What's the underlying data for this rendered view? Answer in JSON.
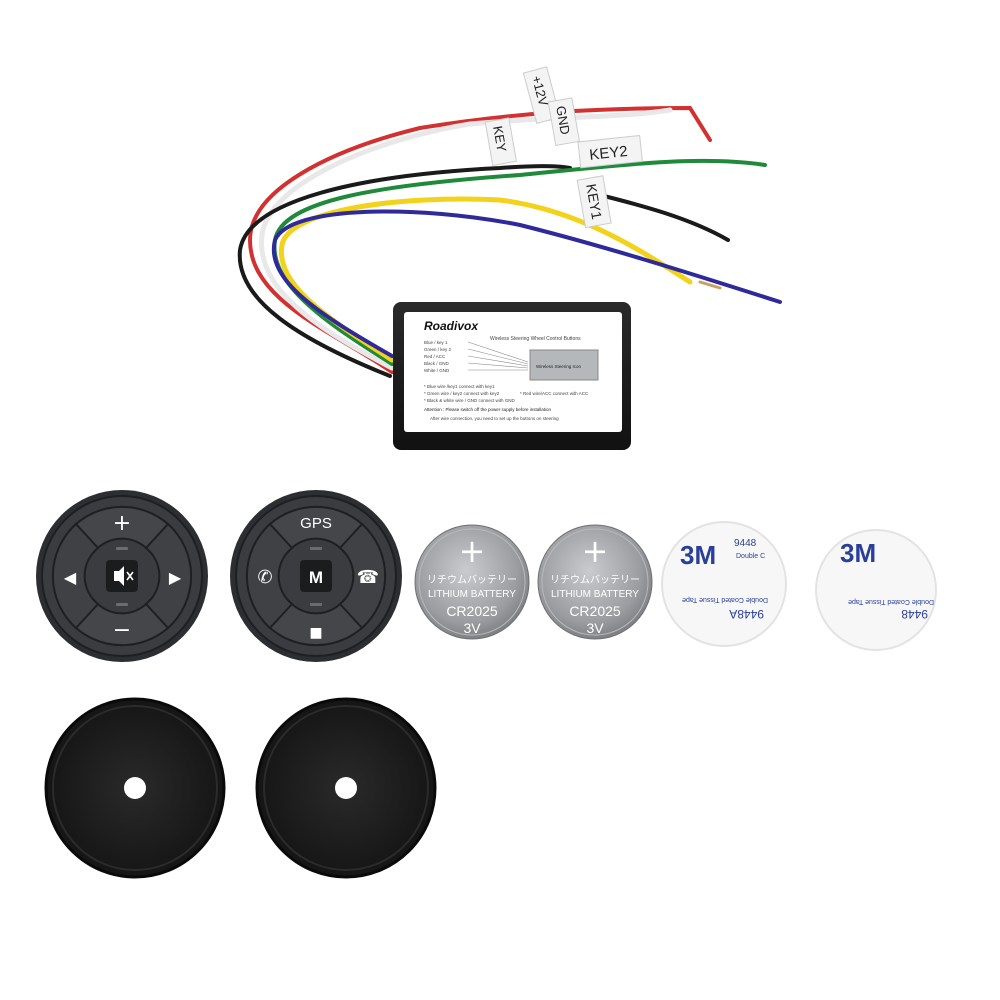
{
  "wires": {
    "tag_12v": "+12V",
    "tag_gnd": "GND",
    "tag_key": "KEY",
    "tag_key2": "KEY2",
    "tag_key1": "KEY1"
  },
  "module": {
    "brand": "Roadivox",
    "subtitle": "Wireless Steering Wheel Control Buttons",
    "legend": [
      "Blue / key 1",
      "Green / key 2",
      "Red / ACC",
      "Black / GND",
      "White / GND"
    ],
    "screen_label": "Wireless Steering Icon",
    "note1": "* Blue wire /key1 connect with key1",
    "note2": "* Green wire / key2 connect with key2",
    "note2b": "* Red wire/ACC connect with ACC",
    "note3": "* Black & white wire / GND connect with GND",
    "note4": "Attention : Please switch off the power supply before installation",
    "note5": "After wire connection, you need to set up the buttons on steering"
  },
  "remote_left": {
    "top_symbol": "+",
    "bottom_symbol": "−",
    "left_symbol": "◀",
    "right_symbol": "▶",
    "center_symbol": "🔇"
  },
  "remote_right": {
    "top_label": "GPS",
    "center_label": "M",
    "bottom_symbol": "■",
    "left_symbol": "✆",
    "right_symbol": "☎"
  },
  "battery": {
    "plus": "+",
    "jp_text": "リチウムバッテリー",
    "type_text": "LITHIUM BATTERY",
    "model": "CR2025",
    "voltage": "3V"
  },
  "tape": {
    "brand": "3M",
    "part": "9448A",
    "part_short": "9448",
    "desc": "Double Coated Tissue Tape",
    "desc_short": "Double C"
  },
  "colors": {
    "wire_red": "#d33030",
    "wire_white": "#eeeeee",
    "wire_black": "#1a1a1a",
    "wire_green": "#1f8a3a",
    "wire_yellow": "#f2d21a",
    "wire_blue": "#2f2a9a",
    "remote_body": "#2c2e32",
    "battery": "#9a9ca0",
    "tape_brand": "#2a3f9a"
  }
}
